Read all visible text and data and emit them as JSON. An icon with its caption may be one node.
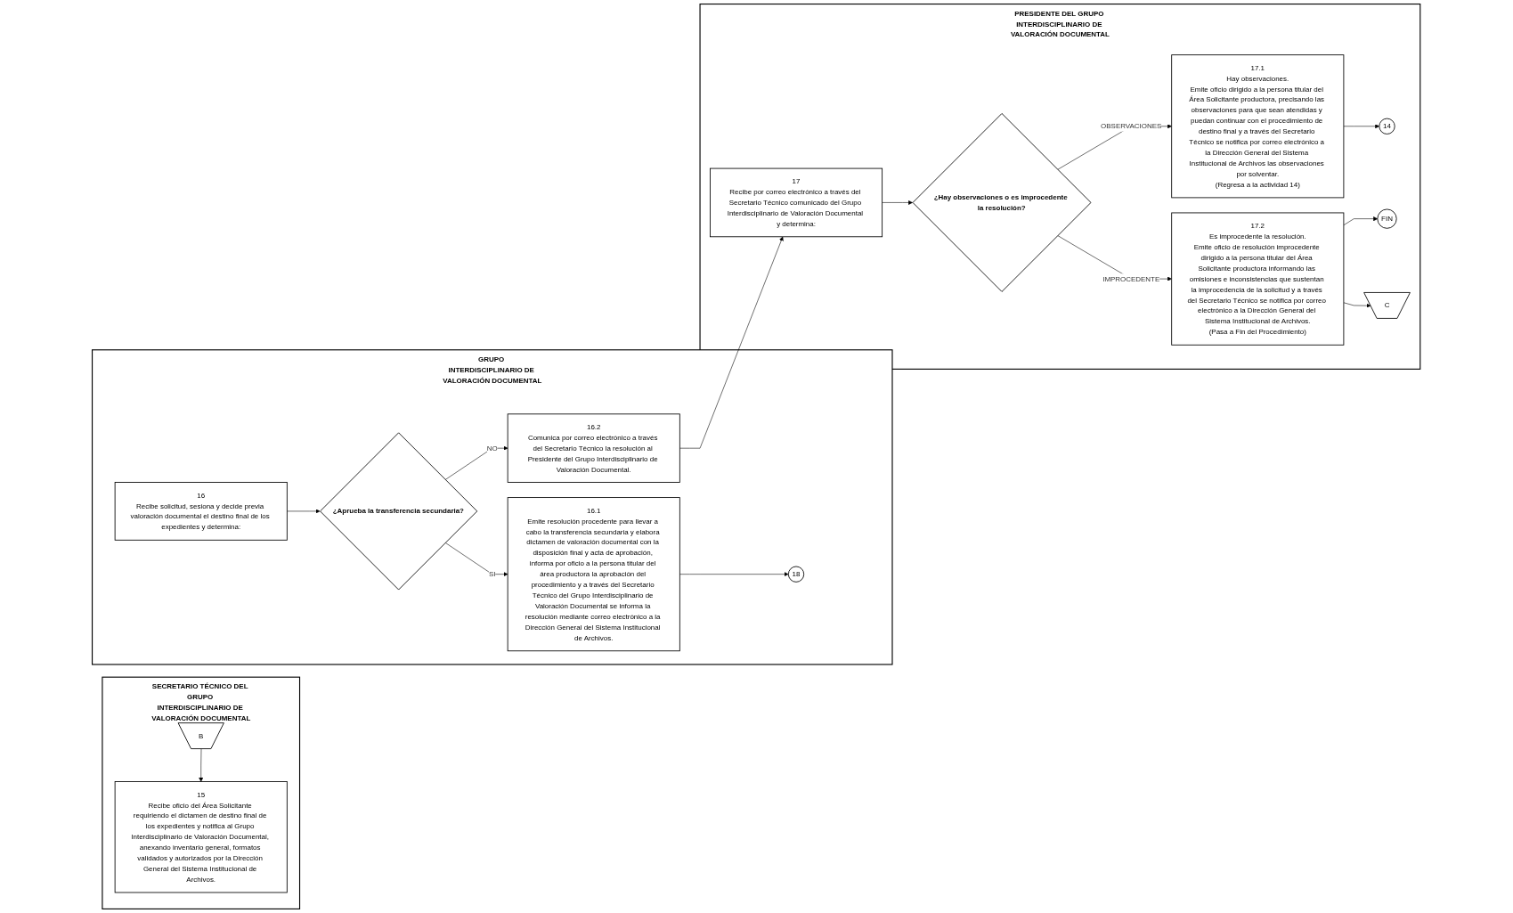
{
  "diagram": {
    "nodes": [
      {
        "text": [
          "SECRETARIO TÉCNICO DEL GRUPO INTERDISCIPLINARIO DE VALORACIÓN DOCUMENTAL"
        ]
      },
      {
        "text": [
          "B"
        ],
        "in": 0
      },
      {
        "text": [
          "15",
          "Recibe oficio del Área Solicitante requiriendo el dictamen de destino final de los expedientes y notifica al Grupo Interdisciplinario de Valoración Documental, anexando inventario general, formatos validados y autorizados por la Dirección General del Sistema Institucional de Archivos."
        ],
        "in": 0
      },
      {
        "text": [
          "GRUPO INTERDISCIPLINARIO DE VALORACIÓN DOCUMENTAL"
        ]
      },
      {
        "text": [
          "16",
          "Recibe solicitud, sesiona y decide previa valoración documental el destino final de los expedientes y determina:"
        ],
        "in": 3
      },
      {
        "text": [
          "¿Aprueba la transferencia secundaria?"
        ],
        "in": 3
      },
      {
        "text": [
          "16.1",
          "Emite resolución procedente para llevar a cabo la transferencia secundaria y elabora dictamen de valoración documental con la disposición final y acta de aprobación, informa por oficio a la persona titular del área productora la aprobación del procedimiento y a través del Secretario Técnico del Grupo Interdisciplinario de Valoración Documental se informa la resolución mediante correo electrónico a la Dirección General del Sistema Institucional de Archivos."
        ],
        "in": 3
      },
      {
        "text": [
          "16.2",
          "Comunica por correo electrónico a través del Secretario Técnico la resolución al Presidente del Grupo Interdisciplinario de Valoración Documental."
        ],
        "in": 3
      },
      {
        "text": [
          "18"
        ],
        "in": 3
      },
      {
        "text": [
          "PRESIDENTE DEL GRUPO INTERDISCIPLINARIO DE VALORACIÓN DOCUMENTAL"
        ]
      },
      {
        "text": [
          "17",
          "Recibe por correo electrónico a través del Secretario Técnico comunicado del Grupo Interdisciplinario de Valoración Documental y determina:"
        ],
        "in": 9
      },
      {
        "text": [
          "¿Hay observaciones o es improcedente la resolución?"
        ],
        "in": 9
      },
      {
        "text": [
          "17.1",
          "Hay observaciones.",
          "Emite oficio dirigido a la persona titular del Área Solicitante productora, precisando las observaciones para que sean atendidas y puedan continuar con el procedimiento de destino final y a través del Secretario Técnico se notifica por correo electrónico a la Dirección General del Sistema Institucional de Archivos las observaciones por solventar.",
          "(Regresa a la actividad 14)"
        ],
        "in": 9
      },
      {
        "text": [
          "17.2",
          "Es improcedente la resolución.",
          "Emite oficio de resolución improcedente dirigido a la persona titular del Área Solicitante productora informando las omisiones e inconsistencias que sustentan la improcedencia de la solicitud y a través del Secretario Técnico se notifica por correo electrónico a la Dirección General del Sistema Institucional de Archivos.",
          "(Pasa a Fin del Procedimiento)"
        ],
        "in": 9
      },
      {
        "text": [
          "14"
        ],
        "in": 9
      },
      {
        "text": [
          "FIN"
        ],
        "in": 9
      },
      {
        "text": [
          "C"
        ],
        "in": 9
      }
    ],
    "edges": [
      {
        "from": 1,
        "to": 2,
        "arrow": "to"
      },
      {
        "from": 4,
        "to": 5,
        "arrow": "to"
      },
      {
        "from": 5,
        "to": 6,
        "arrow": "to",
        "label": "SI"
      },
      {
        "from": 5,
        "to": 7,
        "arrow": "to",
        "label": "NO"
      },
      {
        "from": 6,
        "to": 8,
        "arrow": "to"
      },
      {
        "from": 7,
        "to": 10,
        "arrow": "to"
      },
      {
        "from": 10,
        "to": 11,
        "arrow": "to"
      },
      {
        "from": 11,
        "to": 12,
        "arrow": "to",
        "label": "OBSERVACIONES"
      },
      {
        "from": 11,
        "to": 13,
        "arrow": "to",
        "label": "IMPROCEDENTE"
      },
      {
        "from": 12,
        "to": 14,
        "arrow": "to"
      },
      {
        "from": 13,
        "to": 15,
        "arrow": "to"
      },
      {
        "from": 13,
        "to": 16,
        "arrow": "to"
      }
    ]
  }
}
